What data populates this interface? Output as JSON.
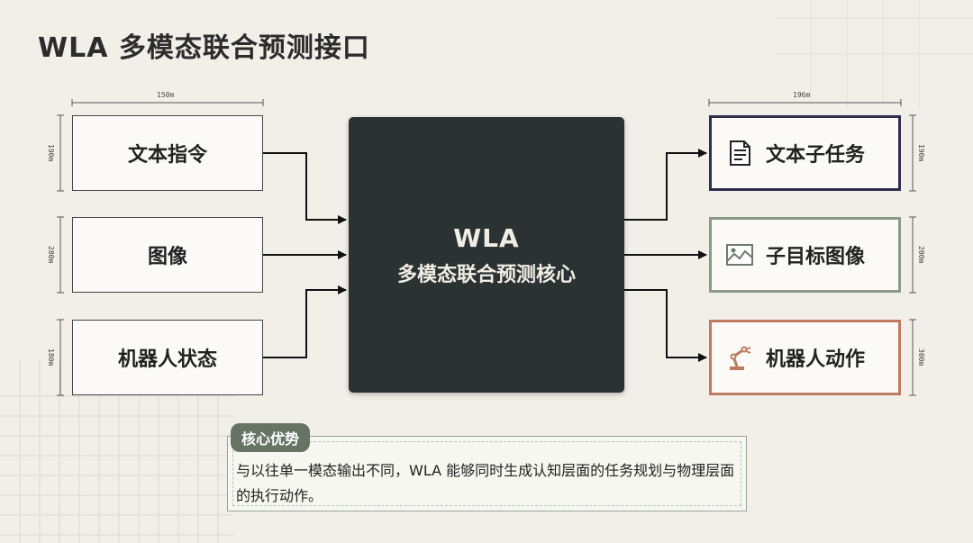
{
  "page": {
    "title": "WLA 多模态联合预测接口"
  },
  "inputs": [
    {
      "label": "文本指令",
      "dim": "190m"
    },
    {
      "label": "图像",
      "dim": "280m"
    },
    {
      "label": "机器人状态",
      "dim": "180m"
    }
  ],
  "inputs_width_dim": "150m",
  "core": {
    "line1": "WLA",
    "line2": "多模态联合预测核心"
  },
  "outputs": [
    {
      "label": "文本子任务",
      "icon": "document-icon",
      "border_color": "#2e2e4e",
      "dim": "190m"
    },
    {
      "label": "子目标图像",
      "icon": "image-icon",
      "border_color": "#8a9a88",
      "dim": "200m"
    },
    {
      "label": "机器人动作",
      "icon": "robot-arm-icon",
      "border_color": "#c07a62",
      "dim": "300m"
    }
  ],
  "outputs_width_dim": "196m",
  "callout": {
    "tag": "核心优势",
    "text": "与以往单一模态输出不同，WLA 能够同时生成认知层面的任务规划与物理层面的执行动作。"
  },
  "colors": {
    "background": "#f1efe8",
    "core_fill": "#2b3233",
    "tag_fill": "#657464"
  }
}
